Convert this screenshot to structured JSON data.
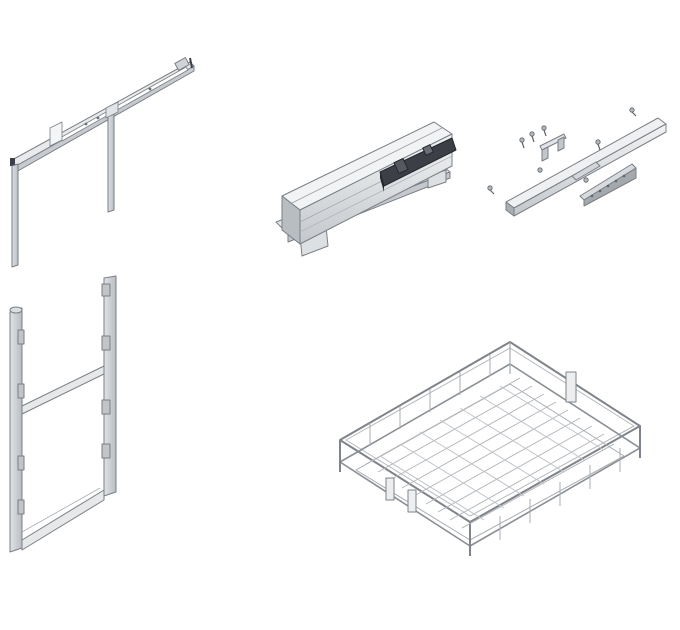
{
  "image": {
    "background": "#ffffff",
    "colors": {
      "metal_light": "#e6e8ea",
      "metal_mid": "#c9cdd1",
      "metal_dark": "#8d9298",
      "outline": "#7a7f85",
      "mechanism": "#3c4046",
      "wire": "#9ea3a8"
    },
    "parts": [
      {
        "name": "telescopic-slide-with-support"
      },
      {
        "name": "soft-close-mechanism-block"
      },
      {
        "name": "mounting-bracket-kit"
      },
      {
        "name": "vertical-frame"
      },
      {
        "name": "wire-basket"
      }
    ]
  }
}
